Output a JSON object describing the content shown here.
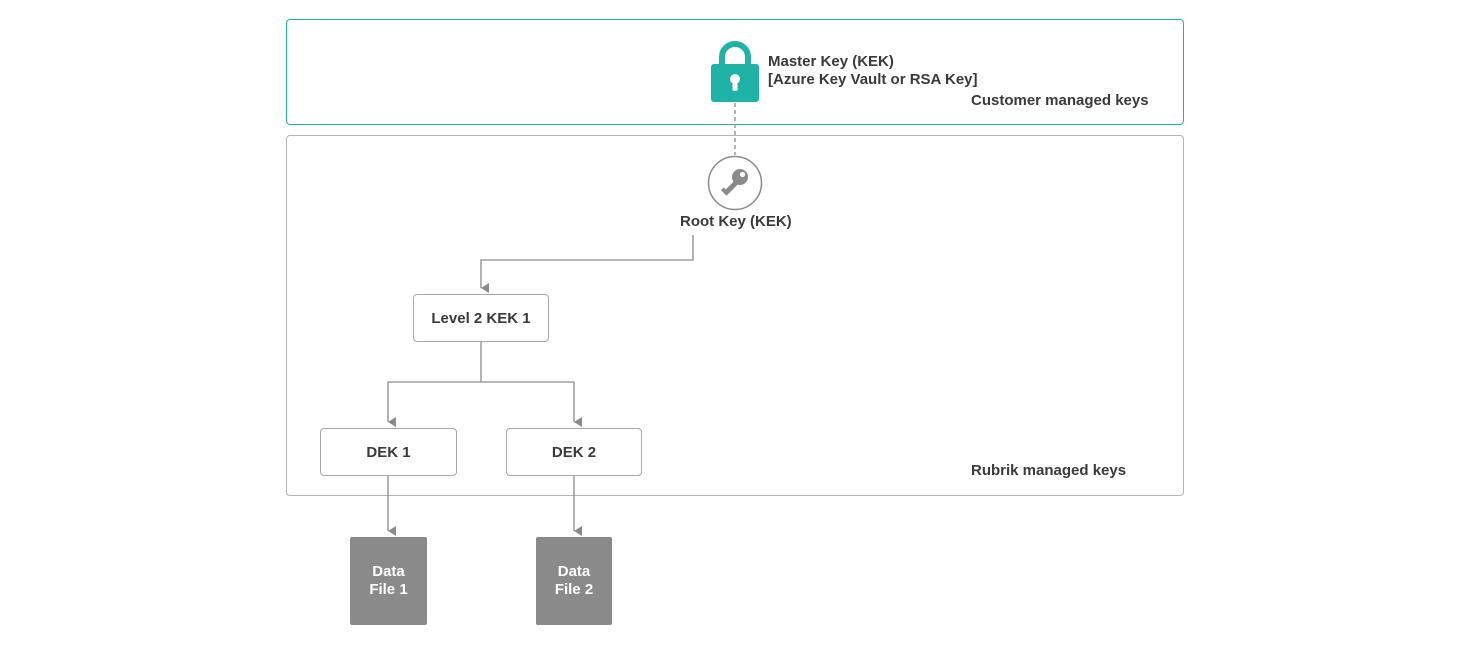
{
  "customer_region": {
    "master_key_line1": "Master Key (KEK)",
    "master_key_line2": "[Azure Key Vault or RSA Key]",
    "label": "Customer managed keys",
    "color": "#1fb3a8"
  },
  "rubrik_region": {
    "root_key_label": "Root Key (KEK)",
    "level2_label": "Level 2 KEK 1",
    "dek1_label": "DEK 1",
    "dek2_label": "DEK 2",
    "label": "Rubrik managed keys"
  },
  "data_files": [
    {
      "line1": "Data",
      "line2": "File 1"
    },
    {
      "line1": "Data",
      "line2": "File 2"
    }
  ],
  "icons": {
    "master": "lock-icon",
    "root": "key-icon"
  }
}
